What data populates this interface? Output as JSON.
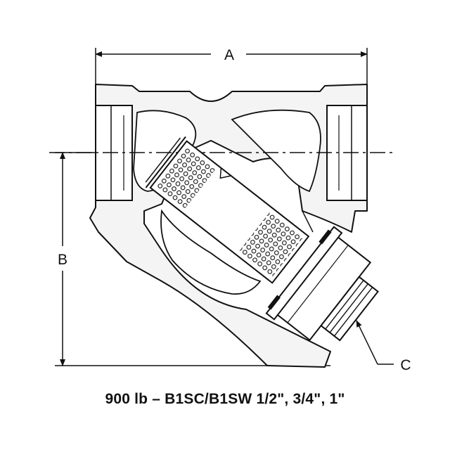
{
  "diagram": {
    "dimension_labels": {
      "a": "A",
      "b": "B",
      "c": "C"
    },
    "caption": "900 lb – B1SC/B1SW 1/2\", 3/4\", 1\""
  },
  "colors": {
    "line": "#111111",
    "background": "#ffffff",
    "body_shade": "#f4f4f4"
  }
}
